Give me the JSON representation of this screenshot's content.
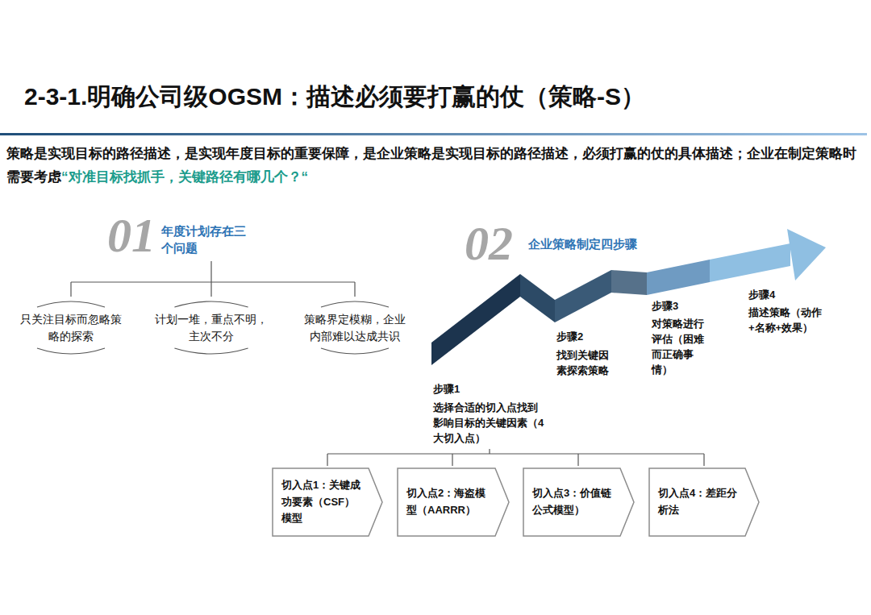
{
  "diagram": {
    "title": "2-3-1.明确公司级OGSM：描述必须要打赢的仗（策略-S）",
    "nodes": [
      {
        "text": [
          "只关注目标而忽略策略的探索"
        ]
      },
      {
        "text": [
          "计划一堆，重点不明，主次不分"
        ]
      },
      {
        "text": [
          "策略界定模糊，企业内部难以达成共识"
        ]
      },
      {
        "text": [
          "切入点1：关键成功要素（CSF）模型"
        ]
      },
      {
        "text": [
          "切入点2：海盗模型（AARRR）"
        ]
      },
      {
        "text": [
          "切入点3：价值链公式模型）"
        ]
      },
      {
        "text": [
          "切入点4：差距分析法"
        ]
      }
    ],
    "labels": [
      "策略是实现目标的路径描述，是实现年度目标的重要保障，是企业策略是实现目标的路径描述，必须打赢的仗的具体描述；企业在制定策略时需要考虑",
      "“对准目标找抓手，关键路径有哪几个？“",
      "01",
      "年度计划存在三个问题",
      "02",
      "企业策略制定四步骤",
      "步骤1",
      "选择合适的切入点找到影响目标的关键因素（4大切入点）",
      "步骤2",
      "找到关键因素探索策略",
      "步骤3",
      "对策略进行评估（困难而正确事情）",
      "步骤4",
      "描述策略（动作+名称+效果）"
    ]
  }
}
